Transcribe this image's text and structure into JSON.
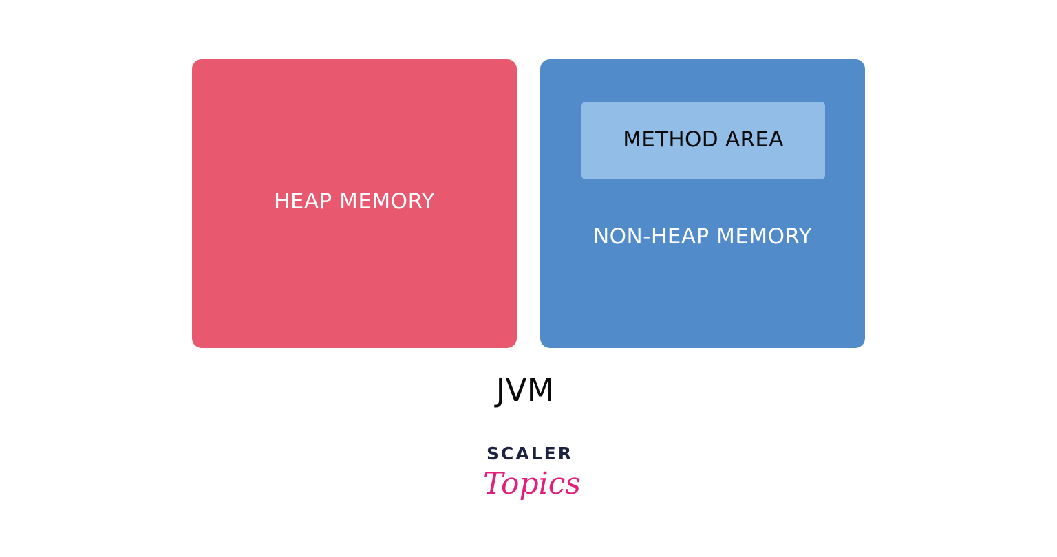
{
  "diagram": {
    "heap": {
      "label": "HEAP MEMORY",
      "color": "#e8586f"
    },
    "non_heap": {
      "label": "NON-HEAP MEMORY",
      "color": "#528bca",
      "method_area": {
        "label": "METHOD AREA",
        "color": "#92bde7"
      }
    },
    "caption": "JVM"
  },
  "logo": {
    "line1": "SCALER",
    "line2": "Topics",
    "line1_color": "#1c2340",
    "line2_color": "#e0207a"
  }
}
